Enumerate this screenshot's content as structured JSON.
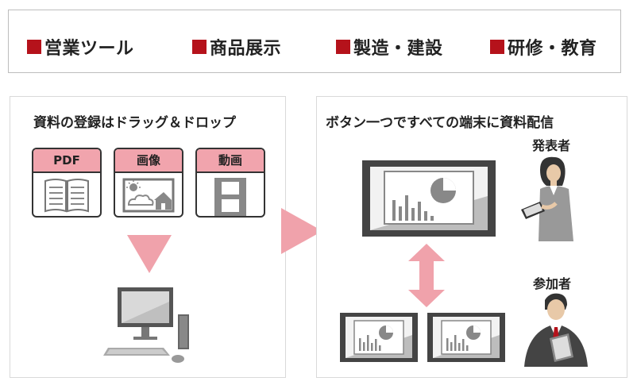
{
  "categories": [
    "営業ツール",
    "商品展示",
    "製造・建設",
    "研修・教育"
  ],
  "left_panel": {
    "title": "資料の登録はドラッグ＆ドロップ",
    "cards": [
      "PDF",
      "画像",
      "動画"
    ]
  },
  "right_panel": {
    "title": "ボタン一つですべての端末に資料配信",
    "presenter_label": "発表者",
    "participant_label": "参加者"
  },
  "colors": {
    "accent": "#b5121b",
    "pink": "#f1a4ad",
    "arrow": "#f0a2ab"
  },
  "icons": [
    "book-icon",
    "image-icon",
    "film-icon",
    "desktop-pc-icon",
    "tablet-chart-icon",
    "double-arrow-icon"
  ]
}
